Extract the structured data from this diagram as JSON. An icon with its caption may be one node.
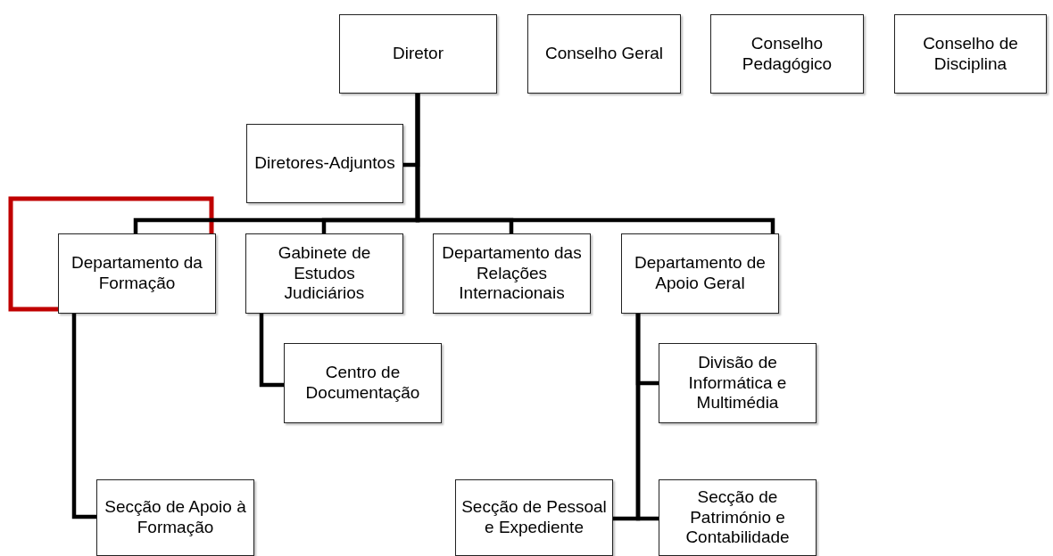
{
  "diagram": {
    "nodes": [
      {
        "text": [
          "Diretor"
        ]
      },
      {
        "text": [
          "Conselho Geral"
        ]
      },
      {
        "text": [
          "Conselho Pedagógico"
        ]
      },
      {
        "text": [
          "Conselho de Disciplina"
        ]
      },
      {
        "text": [
          "Diretores-Adjuntos"
        ]
      },
      {
        "text": [
          "Departamento da Formação"
        ]
      },
      {
        "text": [
          "Gabinete de Estudos Judiciários"
        ]
      },
      {
        "text": [
          "Departamento das Relações Internacionais"
        ]
      },
      {
        "text": [
          "Departamento de Apoio Geral"
        ]
      },
      {
        "text": [
          "Centro de Documentação"
        ]
      },
      {
        "text": [
          "Divisão de Informática e Multimédia"
        ]
      },
      {
        "text": [
          "Secção de Apoio à Formação"
        ]
      },
      {
        "text": [
          "Secção de Pessoal e Expediente"
        ]
      },
      {
        "text": [
          "Secção de Património e Contabilidade"
        ]
      }
    ],
    "edges": [
      {
        "from": 0,
        "to": 4,
        "arrow": "none"
      },
      {
        "from": 0,
        "to": 5,
        "arrow": "none"
      },
      {
        "from": 0,
        "to": 6,
        "arrow": "none"
      },
      {
        "from": 0,
        "to": 7,
        "arrow": "none"
      },
      {
        "from": 0,
        "to": 8,
        "arrow": "none"
      },
      {
        "from": 6,
        "to": 9,
        "arrow": "none"
      },
      {
        "from": 5,
        "to": 11,
        "arrow": "none"
      },
      {
        "from": 8,
        "to": 10,
        "arrow": "none"
      },
      {
        "from": 8,
        "to": 13,
        "arrow": "none"
      },
      {
        "from": 8,
        "to": 12,
        "arrow": "none"
      }
    ]
  }
}
